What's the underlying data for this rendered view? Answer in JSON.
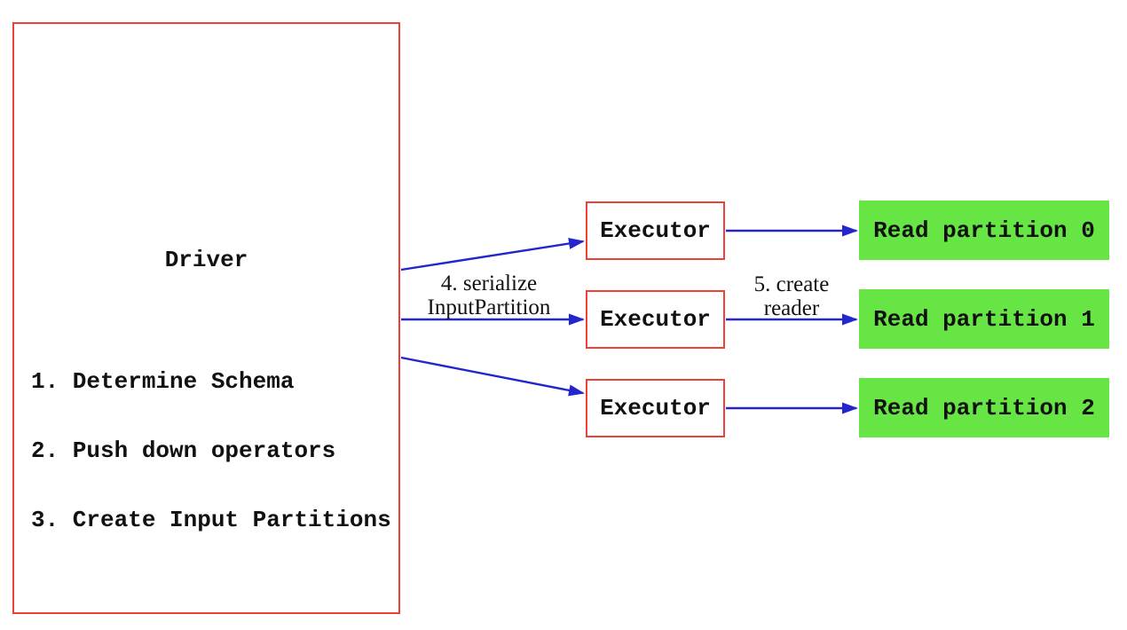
{
  "diagram": {
    "driver": {
      "title": "Driver",
      "steps": [
        "1. Determine Schema",
        "2. Push down operators",
        "3. Create Input Partitions"
      ]
    },
    "executors": [
      {
        "label": "Executor"
      },
      {
        "label": "Executor"
      },
      {
        "label": "Executor"
      }
    ],
    "partitions": [
      {
        "label": "Read partition 0"
      },
      {
        "label": "Read partition 1"
      },
      {
        "label": "Read partition 2"
      }
    ],
    "edge_labels": {
      "serialize_line1": "4. serialize",
      "serialize_line2": "InputPartition",
      "reader_line1": "5. create",
      "reader_line2": "reader"
    },
    "colors": {
      "box_border": "#ee3f38",
      "arrow": "#2226cc",
      "partition_fill": "#66e545",
      "text": "#111111"
    }
  }
}
